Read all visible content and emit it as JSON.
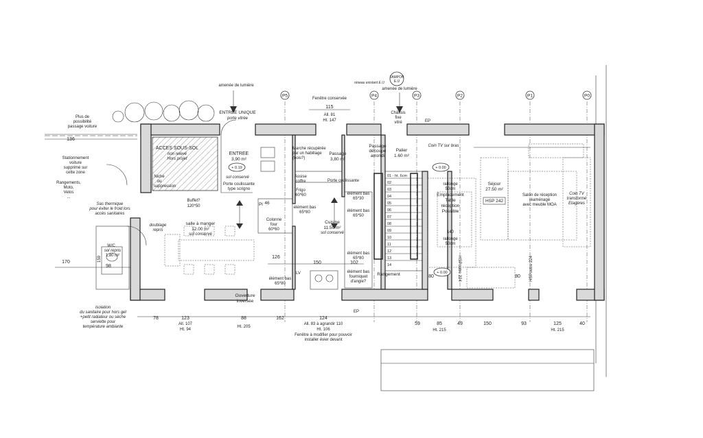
{
  "grid_labels": [
    "P5",
    "P4",
    "P3",
    "P2",
    "P1",
    "P0"
  ],
  "top_notes": {
    "light1": "amenée de lumière",
    "light2": "amenée de lumière",
    "reseau": "réseau existant E.U",
    "tampon": "TAMPON\nE.U",
    "entree_unique": "ENTREE UNIQUE",
    "porte_vitree": "porte vitrée",
    "fenetre": "Fenêtre conservée",
    "dim115": "115",
    "all81": "All. 81",
    "ht147": "Ht. 147",
    "chassis": "Châssis",
    "fixe": "fixe",
    "vitre": "vitré",
    "ep_top": "EP",
    "possibilite": "Plus de",
    "possibilite2": "possibilité",
    "possibilite3": "passage voiture"
  },
  "left_notes": {
    "dim136": "136",
    "stat1": "Stationnement",
    "stat2": "voiture",
    "stat3": "supprimé sur",
    "stat4": "cette zone",
    "rang1": "Rangements,",
    "rang2": "Moto,",
    "rang3": "Velos",
    "rang4": "...",
    "sas1": "Sas thermique",
    "sas2": "pour éviter le froid lors",
    "sas3": "accès sanitaires",
    "dim170": "170",
    "dim159": "159",
    "dim98": "98",
    "wc1": "W/C",
    "wc2": "sol repris",
    "wc3": "1,80 m²",
    "iso1": "Isolation",
    "iso2": "du sanitaire pour hors gel",
    "iso3": "+petit radiateur ou sèche",
    "iso4": "serviette pour",
    "iso5": "température ambiante"
  },
  "rooms": {
    "acces": "ACCES SOUS-SOL",
    "acces2": "non relevé",
    "acces3": "Hors projet",
    "entree": "ENTREE",
    "entree_area": "3,90 m²",
    "plus019": "+ 0.19",
    "niche1": "Niche",
    "niche2": "ou",
    "niche3": "suppression",
    "sol_conserve": "sol conservé",
    "porte1": "Porte coulissante",
    "porte2": "type scrigno",
    "buffet1": "Buffet?",
    "buffet2": "120*50",
    "doublage1": "doublage",
    "doublage2": "repris",
    "salle1": "salle à manger",
    "salle2": "12.00 m²",
    "salle3": "sol conservé",
    "marche1": "Marche récupérée",
    "marche2": "par un habillage",
    "marche3": "(bois?)",
    "passage1": "Passage",
    "passage2": "3,80 m²",
    "assise1": "Assise",
    "assise2": "coffre",
    "frigo1": "Frigo",
    "frigo2": "60*60",
    "porte_coul": "Porte coulissante",
    "elbas1": "élément bas",
    "elbas2": "65*80",
    "colonne1": "Colonne",
    "colonne2": "four",
    "colonne3": "60*60",
    "cuisine1": "Cuisine",
    "cuisine2": "11.50 m²",
    "cuisine3": "sol conservé",
    "el1": "élément bas",
    "el2": "65*30",
    "el3": "élément bas",
    "el4": "65*50",
    "el5": "élément bas",
    "el6": "65*80",
    "el7": "élément bas",
    "el8": "fourniquet",
    "el9": "d'angle?",
    "el10": "élément bas",
    "el11": "65*80",
    "pl": "Pl",
    "lv": "LV",
    "d46": "46",
    "d126": "126",
    "d150": "150",
    "d102": "102",
    "passage_dec1": "Passage",
    "passage_dec2": "découpé",
    "passage_dec3": "arrondi",
    "palier1": "Palier",
    "palier2": "1.60 m²",
    "rangement": "Rangement",
    "coin_tv": "Coin TV sur bras",
    "plus000a": "+ 0.00",
    "rallonge1": "rallonge",
    "rallonge2": "50cm",
    "empl1": "Emplacement",
    "empl2": "Table",
    "empl3": "réception",
    "empl4": "Possible",
    "d140": "140",
    "rallonge3": "rallonge",
    "rallonge4": "50cm",
    "sejour1": "Séjour",
    "sejour2": "27.50 m²",
    "hsp": "HSP 242",
    "salon1": "Salon de réception",
    "salon2": "réaménagé",
    "salon3": "avec meuble MOA",
    "coin1": "Coin TV",
    "coin2": "transformé",
    "coin3": "Etagères",
    "plus000b": "+ 0.00",
    "d80a": "80",
    "d80b": "80",
    "hs_poutre1": "HSPoutre 224",
    "hs_poutre2": "HSPoutre 224",
    "ouverture1": "Ouverture",
    "ouverture2": "inversée"
  },
  "bottom_dims": {
    "d78": "78",
    "d123": "123",
    "all107": "All. 107",
    "ht94": "Ht. 94",
    "d88": "88",
    "ht205": "Ht. 205",
    "d162": "162",
    "d124": "124",
    "all83": "All. 83 à agrandir 110",
    "ht106": "Ht. 106",
    "fen1": "Fenêtre à modifier pour pouvoir",
    "fen2": "installer évier devant",
    "ep_bot": "EP",
    "d59": "59",
    "d85": "85",
    "ht215a": "Ht. 215",
    "d49": "49",
    "d150b": "150",
    "d93": "93",
    "d125": "125",
    "ht215b": "Ht. 215",
    "d40": "40"
  },
  "stairs": [
    "01 - ht. 6cm",
    "02",
    "03",
    "04",
    "05",
    "06",
    "07",
    "08",
    "09",
    "10",
    "11",
    "12",
    "13",
    "14"
  ]
}
